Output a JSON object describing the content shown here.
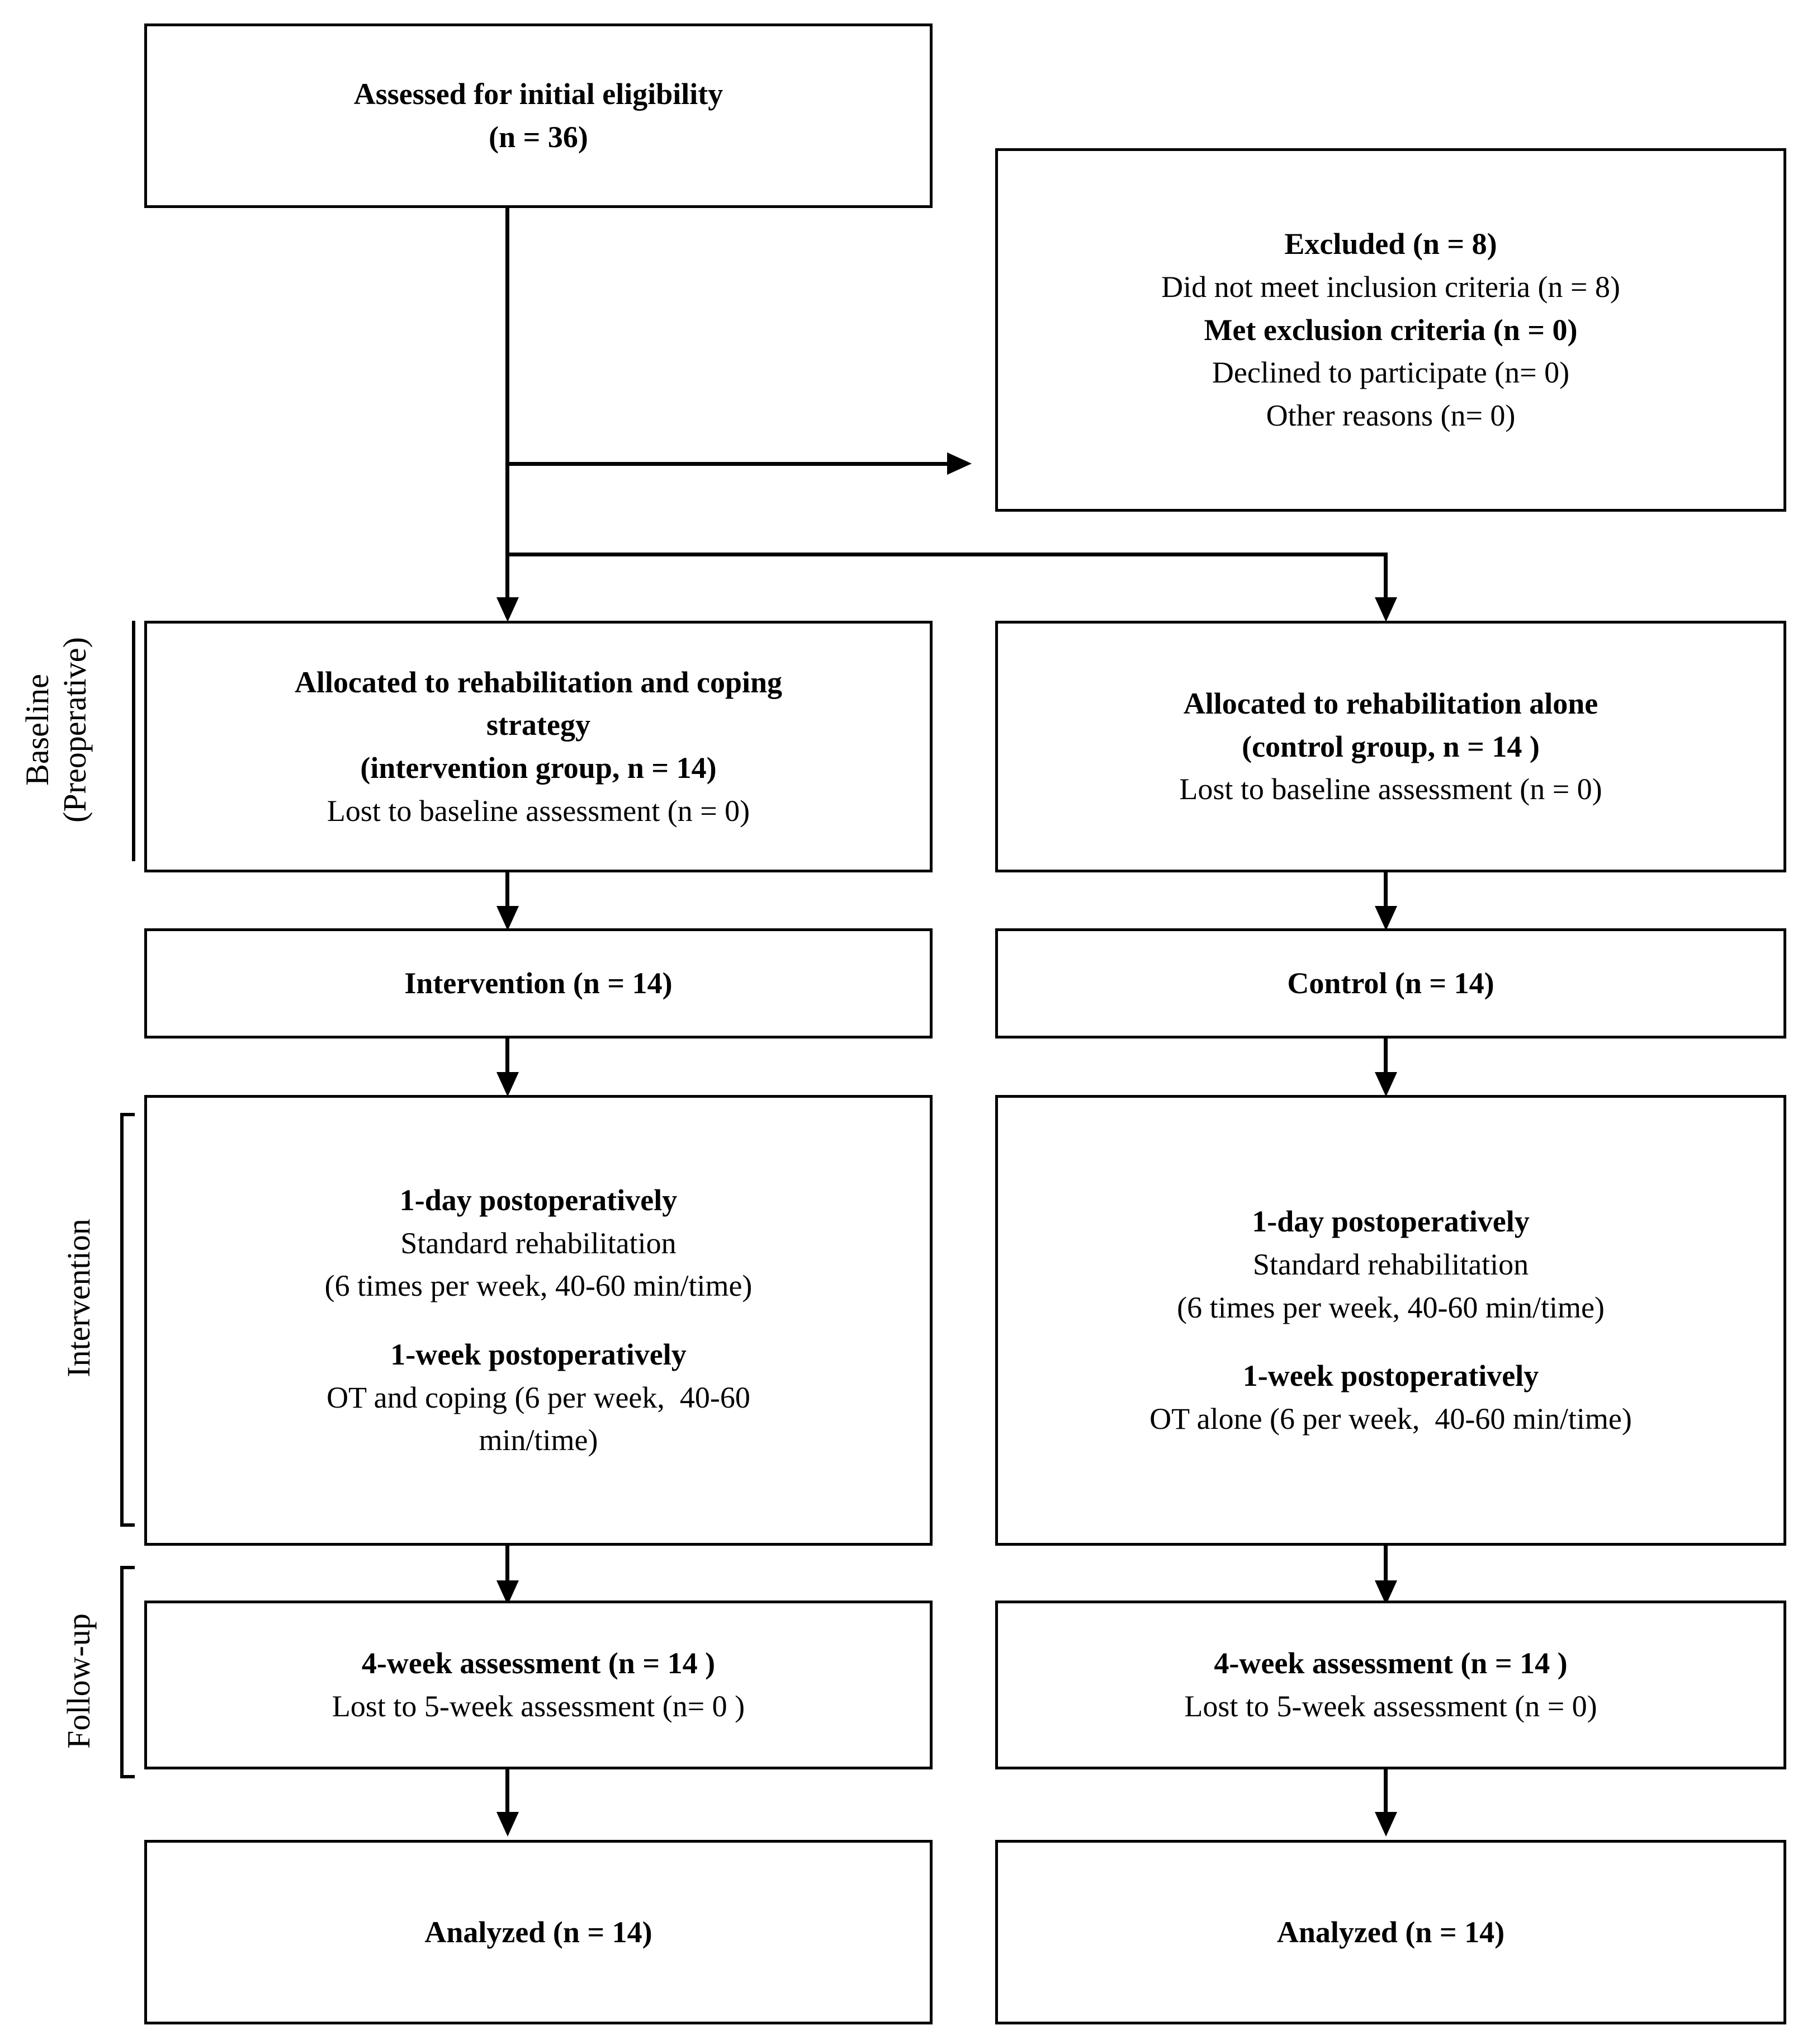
{
  "diagram": {
    "title": "CONSORT participant flow diagram",
    "line_color": "#000000",
    "background": "#ffffff"
  },
  "stage_labels": {
    "baseline": {
      "line1": "Baseline",
      "line2": "(Preoperative)"
    },
    "intervention": {
      "line1": "Intervention"
    },
    "followup": {
      "line1": "Follow-up"
    }
  },
  "boxes": {
    "enrollment": {
      "name": "assessed-for-eligibility",
      "lines": [
        {
          "text": "Assessed for initial eligibility",
          "bold": true
        },
        {
          "text": "(n = 36)",
          "bold": true
        }
      ]
    },
    "excluded": {
      "name": "excluded",
      "lines": [
        {
          "text": "Excluded (n = 8)",
          "bold": true
        },
        {
          "text": "Did not meet inclusion criteria (n = 8)",
          "bold": false
        },
        {
          "text": "Met exclusion criteria (n = 0)",
          "bold": true
        },
        {
          "text": "Declined to participate (n= 0)",
          "bold": false
        },
        {
          "text": "Other reasons (n= 0)",
          "bold": false
        }
      ]
    },
    "alloc_left": {
      "name": "allocated-intervention",
      "lines": [
        {
          "text": "Allocated to rehabilitation and coping",
          "bold": true
        },
        {
          "text": "strategy",
          "bold": true
        },
        {
          "text": "(intervention group, n = 14)",
          "bold": true
        },
        {
          "text": "Lost to baseline assessment (n = 0)",
          "bold": false
        }
      ]
    },
    "alloc_right": {
      "name": "allocated-control",
      "lines": [
        {
          "text": "Allocated to rehabilitation alone",
          "bold": true
        },
        {
          "text": "(control group, n = 14 )",
          "bold": true
        },
        {
          "text": "Lost to baseline assessment (n = 0)",
          "bold": false
        }
      ]
    },
    "group_left": {
      "name": "intervention-group",
      "lines": [
        {
          "text": "Intervention (n = 14)",
          "bold": true
        }
      ]
    },
    "group_right": {
      "name": "control-group",
      "lines": [
        {
          "text": "Control (n = 14)",
          "bold": true
        }
      ]
    },
    "detail_left": {
      "name": "intervention-protocol",
      "lines": [
        {
          "text": "1-day postoperatively",
          "bold": true
        },
        {
          "text": "Standard rehabilitation",
          "bold": false
        },
        {
          "text": "(6 times per week, 40-60 min/time)",
          "bold": false
        },
        {
          "text": "",
          "bold": false,
          "spacer": true
        },
        {
          "text": "1-week postoperatively",
          "bold": true
        },
        {
          "text": "OT and coping (6 per week,  40-60",
          "bold": false
        },
        {
          "text": "min/time)",
          "bold": false
        }
      ]
    },
    "detail_right": {
      "name": "control-protocol",
      "lines": [
        {
          "text": "1-day postoperatively",
          "bold": true
        },
        {
          "text": "Standard rehabilitation",
          "bold": false
        },
        {
          "text": "(6 times per week, 40-60 min/time)",
          "bold": false
        },
        {
          "text": "",
          "bold": false,
          "spacer": true
        },
        {
          "text": "1-week postoperatively",
          "bold": true
        },
        {
          "text": "OT alone (6 per week,  40-60 min/time)",
          "bold": false
        }
      ]
    },
    "followup_left": {
      "name": "followup-intervention",
      "lines": [
        {
          "text": "4-week assessment (n = 14 )",
          "bold": true
        },
        {
          "text": "Lost to 5-week assessment (n= 0 )",
          "bold": false
        }
      ]
    },
    "followup_right": {
      "name": "followup-control",
      "lines": [
        {
          "text": "4-week assessment (n = 14 )",
          "bold": true
        },
        {
          "text": "Lost to 5-week assessment (n = 0)",
          "bold": false
        }
      ]
    },
    "analyzed_left": {
      "name": "analyzed-intervention",
      "lines": [
        {
          "text": "Analyzed (n = 14)",
          "bold": true
        }
      ]
    },
    "analyzed_right": {
      "name": "analyzed-control",
      "lines": [
        {
          "text": "Analyzed (n = 14)",
          "bold": true
        }
      ]
    }
  }
}
